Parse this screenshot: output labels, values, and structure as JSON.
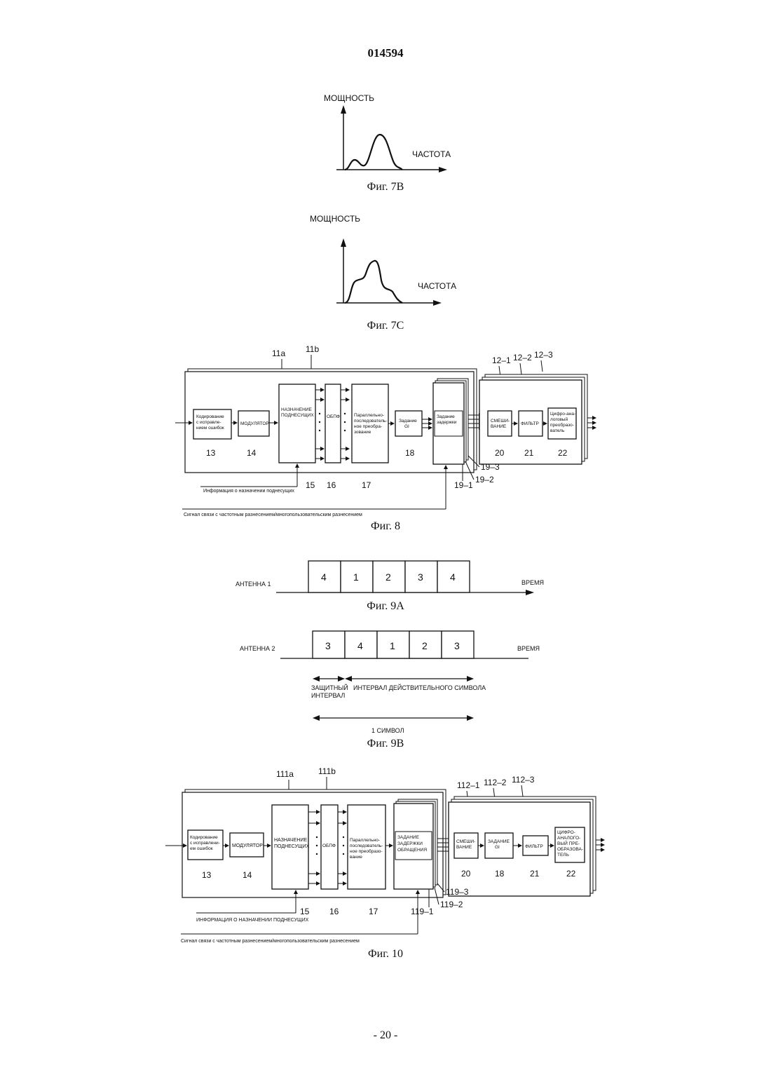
{
  "header": {
    "doc_number": "014594",
    "page_number": "- 20 -"
  },
  "fig7b": {
    "caption": "Фиг. 7B",
    "y_label": "МОЩНОСТЬ",
    "x_label": "ЧАСТОТА"
  },
  "fig7c": {
    "caption": "Фиг. 7C",
    "y_label": "МОЩНОСТЬ",
    "x_label": "ЧАСТОТА"
  },
  "fig8": {
    "caption": "Фиг. 8",
    "refs": {
      "r11a": "11a",
      "r11b": "11b",
      "r12_1": "12–1",
      "r12_2": "12–2",
      "r12_3": "12–3",
      "r13": "13",
      "r14": "14",
      "r15": "15",
      "r16": "16",
      "r17": "17",
      "r18": "18",
      "r19_1": "19–1",
      "r19_2": "19–2",
      "r19_3": "19–3",
      "r20": "20",
      "r21": "21",
      "r22": "22"
    },
    "blocks": {
      "fec_l1": "Кодирование",
      "fec_l2": "с исправле-",
      "fec_l3": "нием ошибок",
      "mod": "МОДУЛЯТОР",
      "assign_l1": "НАЗНАЧЕНИЕ",
      "assign_l2": "ПОДНЕСУЩИХ",
      "ifft": "ОБПФ",
      "ps_l1": "Параллельно-",
      "ps_l2": "последователь-",
      "ps_l3": "ное преобра-",
      "ps_l4": "зование",
      "gi_l1": "Задание",
      "gi_l2": "GI",
      "delay_l1": "Задание",
      "delay_l2": "задержки",
      "mix_l1": "СМЕШИ-",
      "mix_l2": "ВАНИЕ",
      "filter": "ФИЛЬТР",
      "dac_l1": "Цифро-ана-",
      "dac_l2": "логовый",
      "dac_l3": "преобразо-",
      "dac_l4": "ватель"
    },
    "info_label": "Информация о назначении поднесущих",
    "signal_label": "Сигнал связи с частотным разнесением/многопользовательским разнесением"
  },
  "fig9a": {
    "caption": "Фиг. 9A",
    "antenna": "АНТЕННА 1",
    "time": "ВРЕМЯ",
    "cells": [
      "4",
      "1",
      "2",
      "3",
      "4"
    ]
  },
  "fig9b": {
    "caption": "Фиг. 9B",
    "antenna": "АНТЕННА 2",
    "time": "ВРЕМЯ",
    "cells": [
      "3",
      "4",
      "1",
      "2",
      "3"
    ],
    "guard_l1": "ЗАЩИТНЫЙ",
    "guard_l2": "ИНТЕРВАЛ",
    "effective": "ИНТЕРВАЛ ДЕЙСТВИТЕЛЬНОГО СИМВОЛА",
    "symbol": "1 СИМВОЛ"
  },
  "fig10": {
    "caption": "Фиг. 10",
    "refs": {
      "r111a": "111a",
      "r111b": "111b",
      "r112_1": "112–1",
      "r112_2": "112–2",
      "r112_3": "112–3",
      "r13": "13",
      "r14": "14",
      "r15": "15",
      "r16": "16",
      "r17": "17",
      "r18": "18",
      "r119_1": "119–1",
      "r119_2": "119–2",
      "r119_3": "119–3",
      "r20": "20",
      "r21": "21",
      "r22": "22"
    },
    "blocks": {
      "fec_l1": "Кодирование",
      "fec_l2": "с исправлени-",
      "fec_l3": "ем ошибок",
      "mod": "МОДУЛЯТОР",
      "assign_l1": "НАЗНАЧЕНИЕ",
      "assign_l2": "ПОДНЕСУЩИХ",
      "ifft": "ОБПФ",
      "ps_l1": "Параллельно-",
      "ps_l2": "последователь-",
      "ps_l3": "ное преобразо-",
      "ps_l4": "вание",
      "rdelay_l1": "ЗАДАНИЕ",
      "rdelay_l2": "ЗАДЕРЖКИ",
      "rdelay_l3": "ОБРАЩЕНИЯ",
      "mix_l1": "СМЕШИ-",
      "mix_l2": "ВАНИЕ",
      "gi_l1": "ЗАДАНИЕ",
      "gi_l2": "GI",
      "filter": "ФИЛЬТР",
      "dac_l1": "ЦИФРО-",
      "dac_l2": "АНАЛОГО-",
      "dac_l3": "ВЫЙ ПРЕ-",
      "dac_l4": "ОБРАЗОВА-",
      "dac_l5": "ТЕЛЬ"
    },
    "info_label": "ИНФОРМАЦИЯ О НАЗНАЧЕНИИ ПОДНЕСУЩИХ",
    "signal_label": "Сигнал связи с частотным разнесением/многопользовательским разнесением"
  }
}
